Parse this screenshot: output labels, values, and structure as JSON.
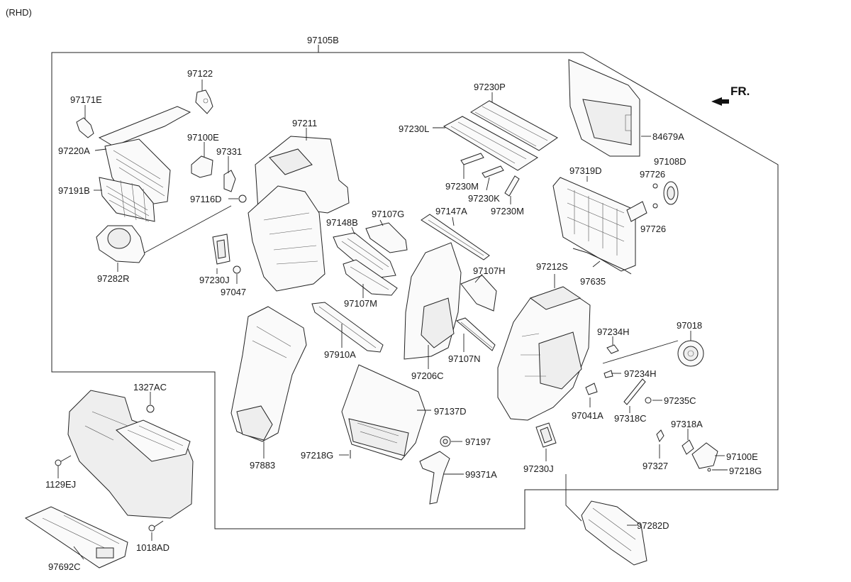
{
  "diagram": {
    "variant": "(RHD)",
    "assembly": "97105B",
    "direction": "FR.",
    "labels": [
      "97122",
      "97171E",
      "97220A",
      "97191B",
      "97282R",
      "97211",
      "97100E",
      "97331",
      "97116D",
      "97230J",
      "97047",
      "97148B",
      "97107G",
      "97107M",
      "97910A",
      "97883",
      "97230P",
      "97230L",
      "97230M",
      "97230K",
      "97230M",
      "97147A",
      "97107H",
      "97206C",
      "97107N",
      "84679A",
      "97108D",
      "97726",
      "97726",
      "97319D",
      "97635",
      "97212S",
      "97234H",
      "97234H",
      "97018",
      "97235C",
      "97041A",
      "97318C",
      "97318A",
      "97100E",
      "97218G",
      "97327",
      "97137D",
      "97197",
      "97218G",
      "99371A",
      "97230J",
      "97282D",
      "1327AC",
      "1129EJ",
      "1018AD",
      "97692C"
    ]
  }
}
